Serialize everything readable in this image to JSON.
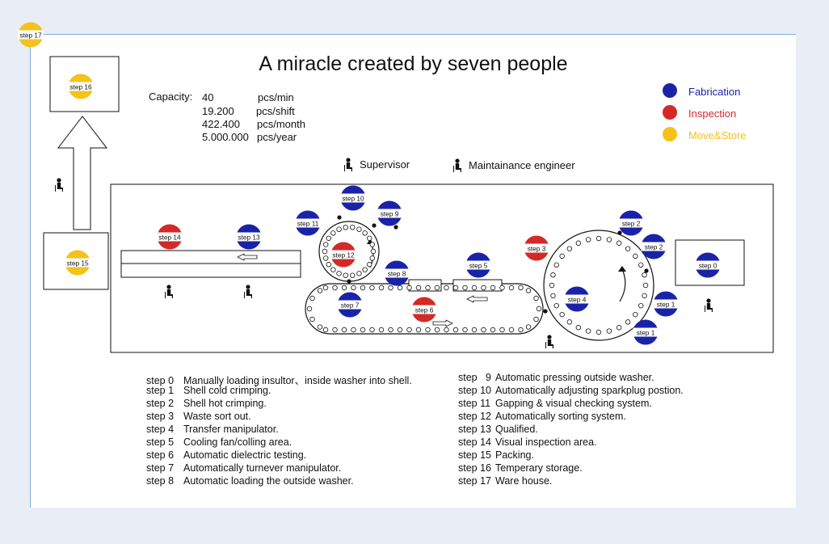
{
  "title": "A miracle created by seven people",
  "capacity": {
    "label": "Capacity:",
    "rows": [
      {
        "value": "40",
        "unit": "pcs/min"
      },
      {
        "value": "19.200",
        "unit": "pcs/shift"
      },
      {
        "value": "422.400",
        "unit": "pcs/month"
      },
      {
        "value": "5.000.000",
        "unit": "pcs/year"
      }
    ]
  },
  "legend": [
    {
      "label": "Fabrication",
      "color": "#1a23a8"
    },
    {
      "label": "Inspection",
      "color": "#d42a27"
    },
    {
      "label": "Move&Store",
      "color": "#f4c21a"
    }
  ],
  "roles": {
    "supervisor": "Supervisor",
    "engineer": "Maintainance engineer"
  },
  "stations": [
    {
      "label": "step 0",
      "type": "fab"
    },
    {
      "label": "step 1",
      "type": "fab"
    },
    {
      "label": "step 1",
      "type": "fab"
    },
    {
      "label": "step 2",
      "type": "fab"
    },
    {
      "label": "step 2",
      "type": "fab"
    },
    {
      "label": "step 3",
      "type": "insp"
    },
    {
      "label": "step 4",
      "type": "fab"
    },
    {
      "label": "step 5",
      "type": "fab"
    },
    {
      "label": "step 6",
      "type": "insp"
    },
    {
      "label": "step 7",
      "type": "fab"
    },
    {
      "label": "step 8",
      "type": "fab"
    },
    {
      "label": "step 9",
      "type": "fab"
    },
    {
      "label": "step 10",
      "type": "fab"
    },
    {
      "label": "step 11",
      "type": "fab"
    },
    {
      "label": "step 12",
      "type": "insp"
    },
    {
      "label": "step 13",
      "type": "fab"
    },
    {
      "label": "step 14",
      "type": "insp"
    },
    {
      "label": "step 15",
      "type": "move"
    },
    {
      "label": "step 16",
      "type": "move"
    },
    {
      "label": "step 17",
      "type": "move"
    }
  ],
  "steps_left": [
    {
      "num": "step 0",
      "text": "Manually loading insultor、inside washer into shell."
    },
    {
      "num": "step 1",
      "text": "Shell cold crimping."
    },
    {
      "num": "step 2",
      "text": "Shell hot crimping."
    },
    {
      "num": "step 3",
      "text": "Waste sort out."
    },
    {
      "num": "step 4",
      "text": "Transfer manipulator."
    },
    {
      "num": "step 5",
      "text": "Cooling fan/colling area."
    },
    {
      "num": "step 6",
      "text": "Automatic dielectric testing."
    },
    {
      "num": "step 7",
      "text": "Automatically turnever manipulator."
    },
    {
      "num": "step 8",
      "text": "Automatic loading the outside washer."
    }
  ],
  "steps_right": [
    {
      "num": "step   9",
      "text": "Automatic pressing outside washer."
    },
    {
      "num": "step 10",
      "text": "Automatically adjusting sparkplug postion."
    },
    {
      "num": "step 11",
      "text": "Gapping & visual checking system."
    },
    {
      "num": "step 12",
      "text": "Automatically sorting system."
    },
    {
      "num": "step 13",
      "text": "Qualified."
    },
    {
      "num": "step 14",
      "text": "Visual inspection area."
    },
    {
      "num": "step 15",
      "text": "Packing."
    },
    {
      "num": "step 16",
      "text": "Temperary storage."
    },
    {
      "num": "step 17",
      "text": "Ware house."
    }
  ]
}
